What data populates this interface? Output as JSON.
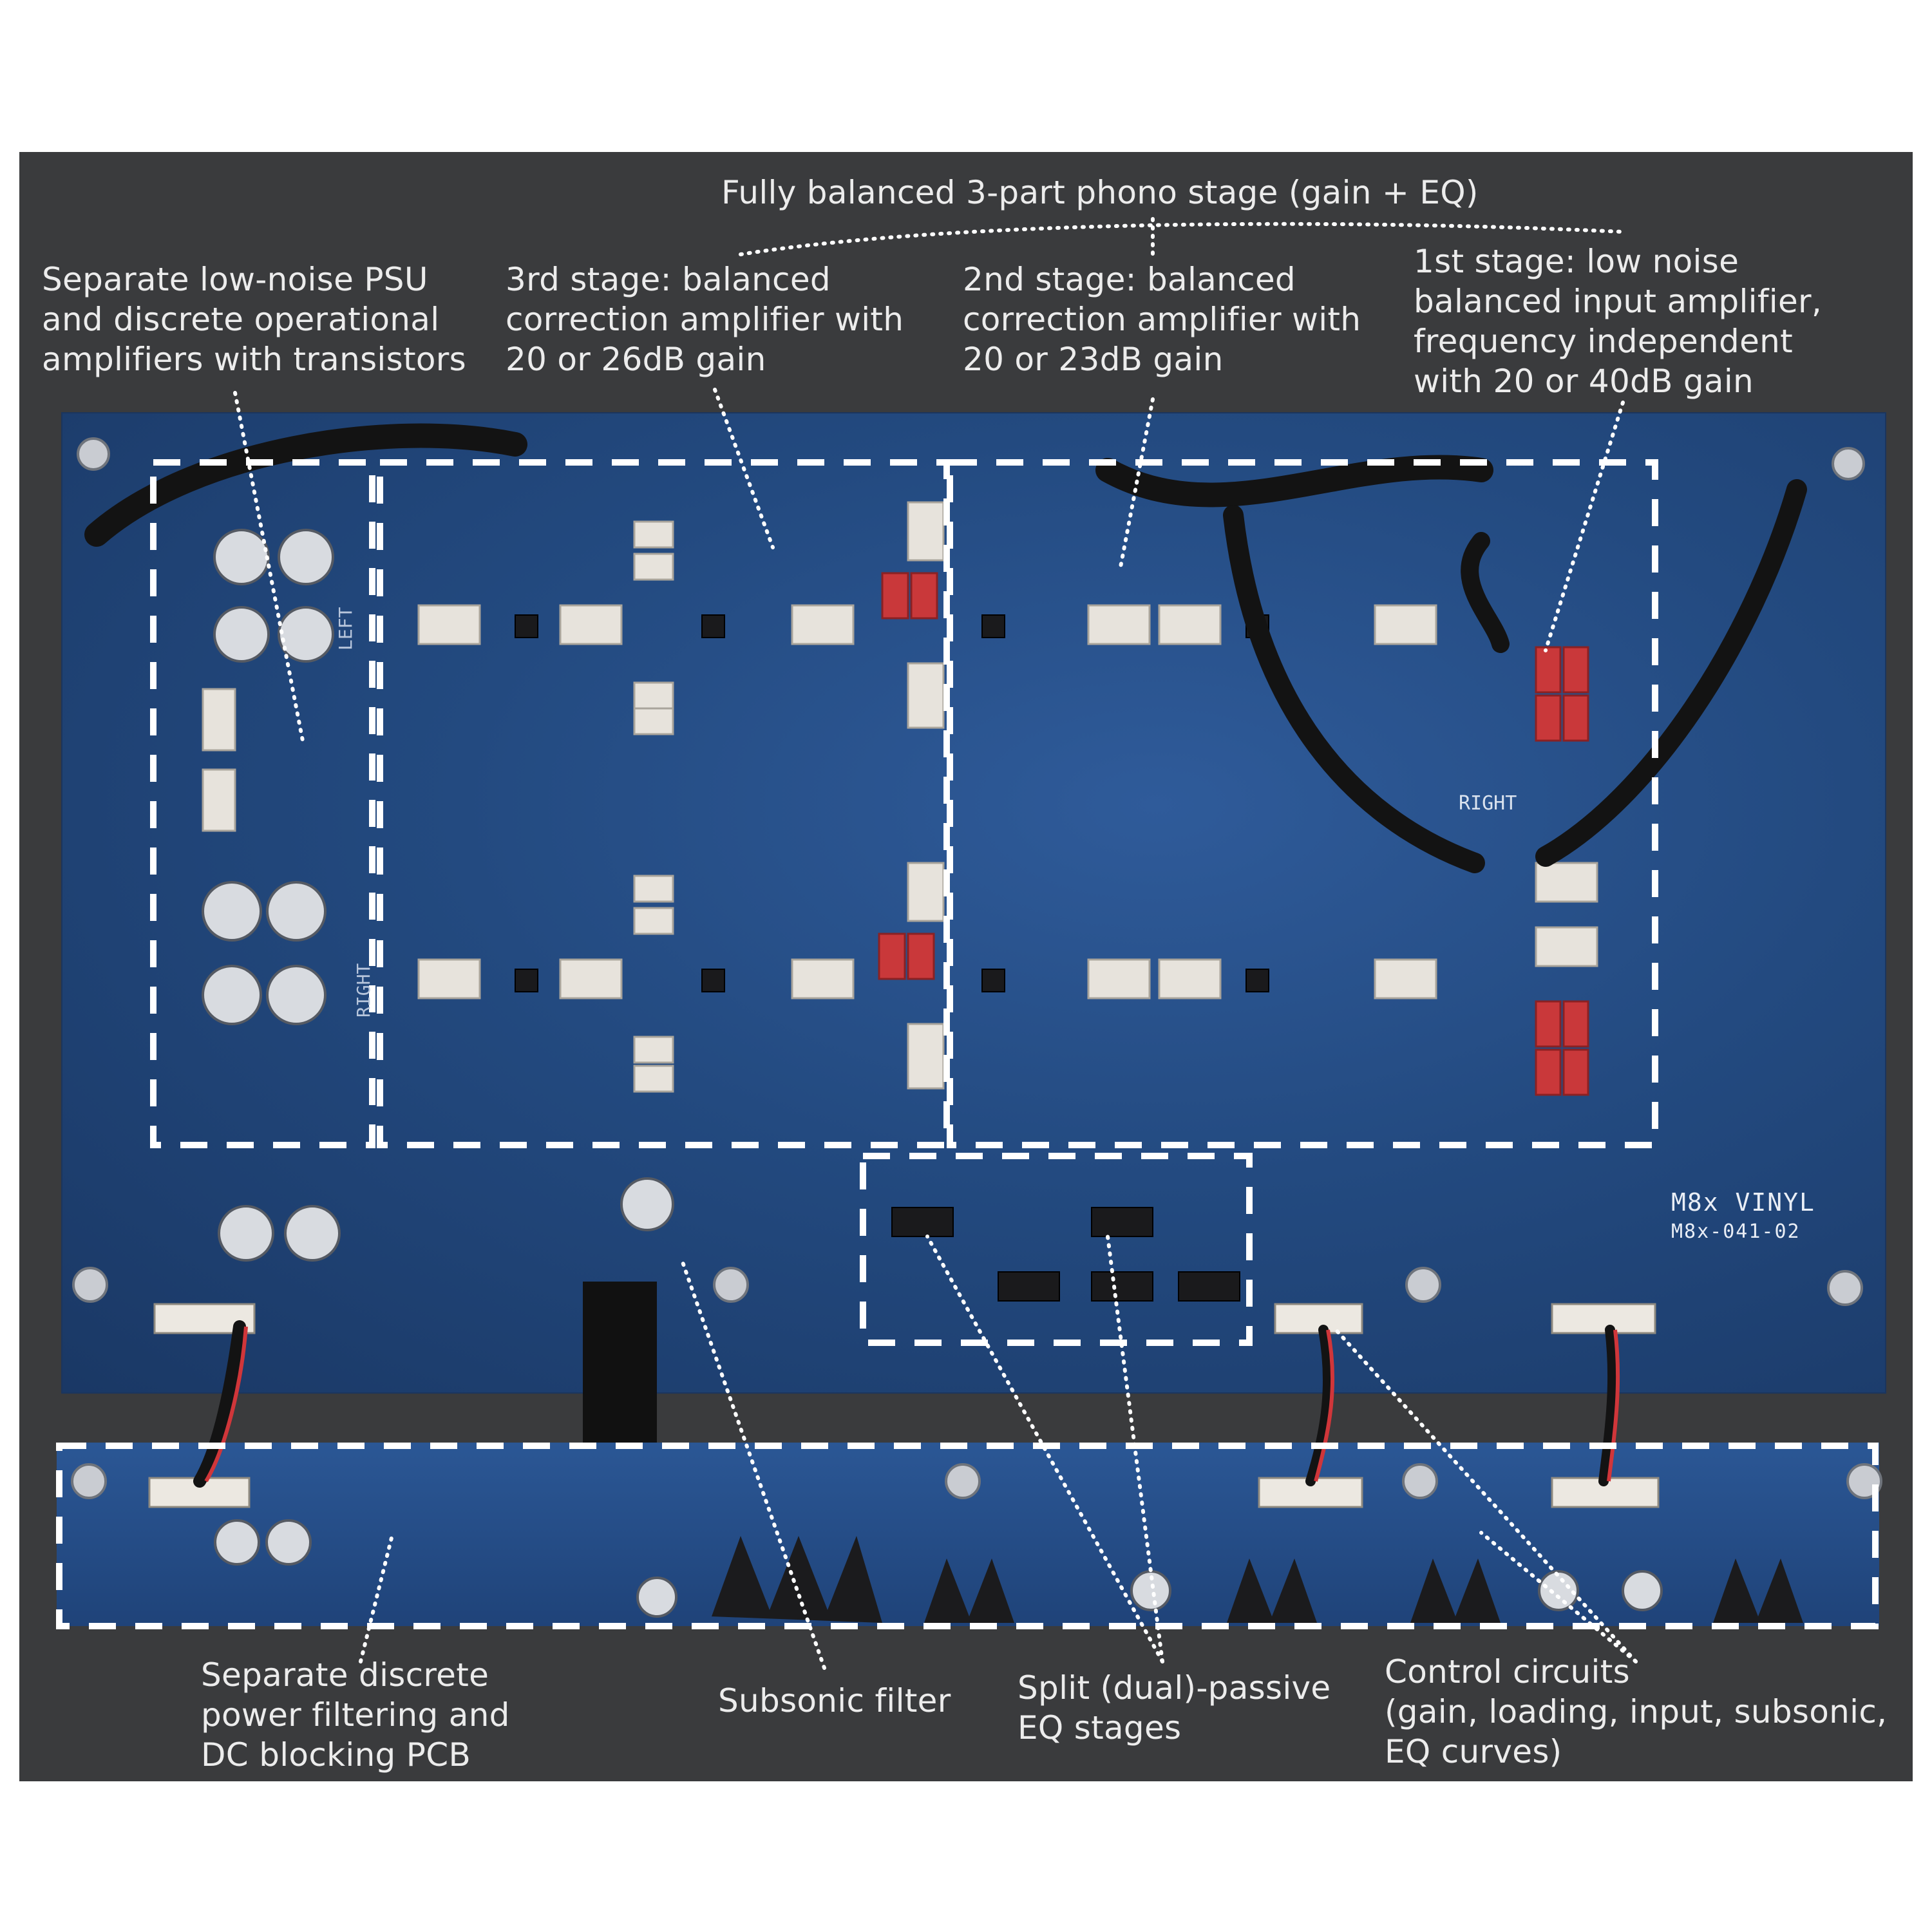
{
  "colors": {
    "panel": "#3a3b3d",
    "board": "#234a80",
    "annotation_text": "#ececec",
    "dash_outline": "#ffffff",
    "relay_red": "#c9383a",
    "cable": "#151515"
  },
  "header_title": "Fully balanced 3-part phono stage (gain + EQ)",
  "callouts": {
    "psu": "Separate low-noise PSU\nand discrete operational\namplifiers with transistors",
    "stage3": "3rd stage: balanced\ncorrection amplifier with\n20 or 26dB gain",
    "stage2": "2nd stage: balanced\ncorrection amplifier with\n20 or 23dB gain",
    "stage1": "1st stage: low noise\nbalanced input amplifier,\nfrequency independent\nwith 20 or 40dB gain",
    "power_filter": "Separate discrete\npower filtering and\nDC blocking PCB",
    "subsonic": "Subsonic filter",
    "eq_split": "Split (dual)-passive\nEQ stages",
    "control": "Control circuits\n(gain, loading, input, subsonic,\nEQ curves)"
  },
  "board_silkscreen": {
    "model": "M8x VINYL",
    "part": "M8x-041-02",
    "left": "LEFT",
    "right_main": "RIGHT",
    "right_side": "RIGHT"
  }
}
